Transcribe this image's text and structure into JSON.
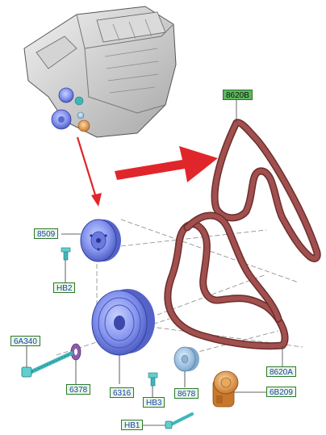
{
  "callouts": {
    "belt_upper": "8620B",
    "belt_lower": "8620A",
    "water_pump_pulley": "8509",
    "bolt_hb2": "HB2",
    "bolt_6a340": "6A340",
    "washer_6378": "6378",
    "damper_6316": "6316",
    "bolt_hb3": "HB3",
    "idler_8678": "8678",
    "tensioner_6b209": "6B209",
    "bolt_hb1": "HB1"
  },
  "colors": {
    "belt": "#a0504f",
    "belt_edge": "#6e2d2b",
    "arrow": "#e0262b",
    "pulley_blue": "#7f8fe8",
    "tensioner_orange": "#e39a45",
    "idler": "#9fc7e8",
    "washer_purple": "#8c5ea8",
    "bolt_teal": "#3fb6b8",
    "callout_fill": "#e9f7e4",
    "callout_highlight": "#5cb85c",
    "callout_text": "#1a3fb0"
  }
}
